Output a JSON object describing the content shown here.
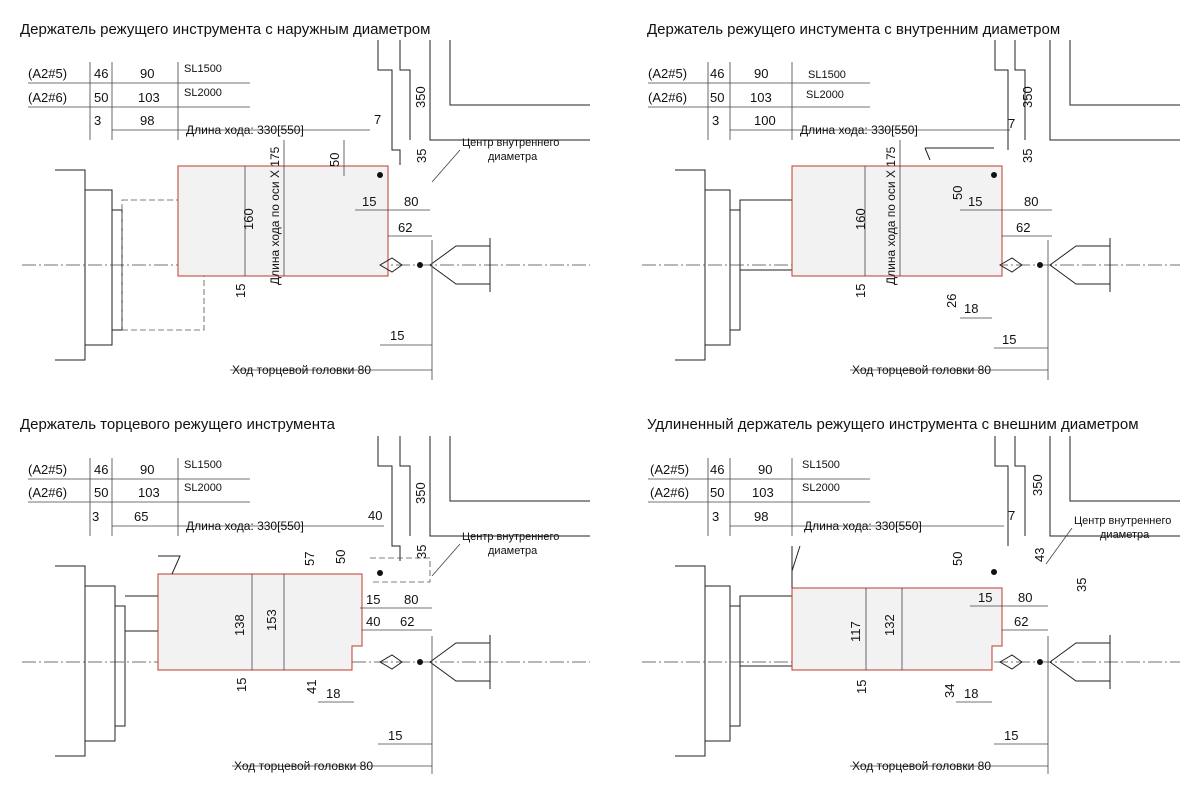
{
  "panels": [
    {
      "id": "od",
      "title": "Держатель режущего инструмента с наружным диаметром",
      "rows": [
        {
          "code": "(A2#5)",
          "a": "46",
          "b": "90",
          "model": "SL1500"
        },
        {
          "code": "(A2#6)",
          "a": "50",
          "b": "103",
          "model": "SL2000"
        }
      ],
      "d3": "3",
      "dx": "98",
      "stroke_label": "Длина хода: 330[550]",
      "x_travel_label": "Длина хода по оси X 175",
      "d7": "7",
      "d350": "350",
      "d35": "35",
      "d50": "50",
      "d160": "160",
      "d15a": "15",
      "d80": "80",
      "d62": "62",
      "d15b": "15",
      "d15c": "15",
      "center_label_1": "Центр внутреннего",
      "center_label_2": "диаметра",
      "turret_label": "Ход торцевой головки 80"
    },
    {
      "id": "id",
      "title": "Держатель режущего инстумента с внутренним диаметром",
      "rows": [
        {
          "code": "(A2#5)",
          "a": "46",
          "b": "90",
          "model": "SL1500"
        },
        {
          "code": "(A2#6)",
          "a": "50",
          "b": "103",
          "model": "SL2000"
        }
      ],
      "d3": "3",
      "dx": "100",
      "stroke_label": "Длина хода: 330[550]",
      "x_travel_label": "Длина хода по оси X 175",
      "d7": "7",
      "d350": "350",
      "d35": "35",
      "d50": "50",
      "d160": "160",
      "d15a": "15",
      "d80": "80",
      "d62": "62",
      "d26": "26",
      "d18": "18",
      "d15b": "15",
      "d15c": "15",
      "turret_label": "Ход торцевой головки 80"
    },
    {
      "id": "face",
      "title": "Держатель торцевого режущего инструмента",
      "rows": [
        {
          "code": "(A2#5)",
          "a": "46",
          "b": "90",
          "model": "SL1500"
        },
        {
          "code": "(A2#6)",
          "a": "50",
          "b": "103",
          "model": "SL2000"
        }
      ],
      "d3": "3",
      "dx": "65",
      "stroke_label": "Длина хода: 330[550]",
      "d40a": "40",
      "d350": "350",
      "d35": "35",
      "d57": "57",
      "d50": "50",
      "d138": "138",
      "d153": "153",
      "d15a": "15",
      "d80": "80",
      "d40b": "40",
      "d62": "62",
      "d15b": "15",
      "d41": "41",
      "d18": "18",
      "d15c": "15",
      "center_label_1": "Центр внутреннего",
      "center_label_2": "диаметра",
      "turret_label": "Ход торцевой головки 80"
    },
    {
      "id": "ext",
      "title": "Удлиненный держатель режущего инструмента с внешним диаметром",
      "rows": [
        {
          "code": "(A2#5)",
          "a": "46",
          "b": "90",
          "model": "SL1500"
        },
        {
          "code": "(A2#6)",
          "a": "50",
          "b": "103",
          "model": "SL2000"
        }
      ],
      "d3": "3",
      "dx": "98",
      "stroke_label": "Длина хода: 330[550]",
      "d7": "7",
      "d350": "350",
      "d43": "43",
      "d35": "35",
      "d50": "50",
      "d117": "117",
      "d132": "132",
      "d15a": "15",
      "d80": "80",
      "d62": "62",
      "d15b": "15",
      "d34": "34",
      "d18": "18",
      "d15c": "15",
      "center_label_1": "Центр внутреннего",
      "center_label_2": "диаметра",
      "turret_label": "Ход торцевой головки 80"
    }
  ]
}
